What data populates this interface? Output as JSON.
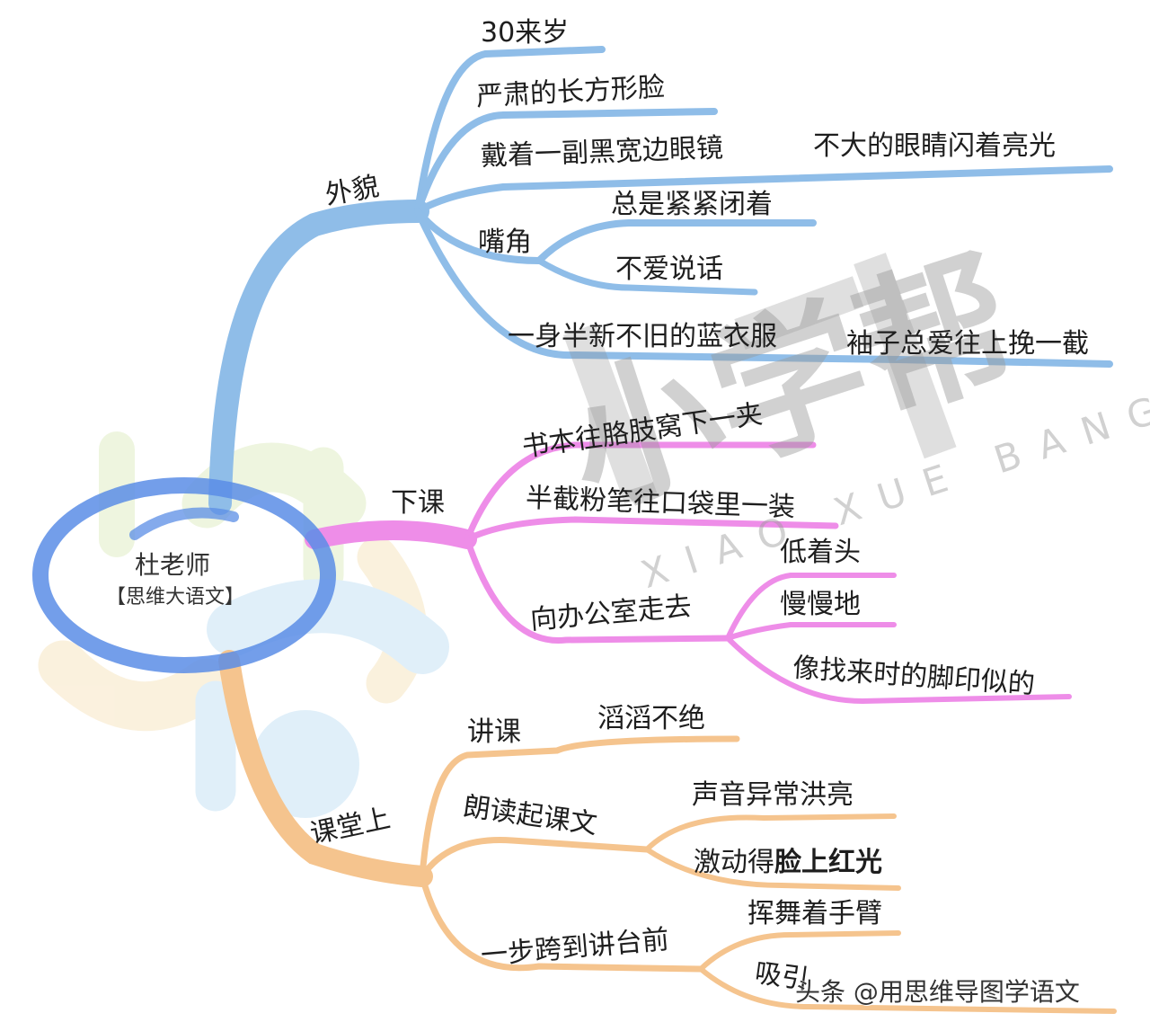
{
  "center": {
    "title": "杜老师",
    "subtitle": "【思维大语文】",
    "ring_color": "#5b8de6"
  },
  "colors": {
    "appearance": "#8fbde8",
    "after_class": "#ee8de8",
    "in_class": "#f5c48e",
    "text": "#1e1e1e"
  },
  "branches": {
    "appearance": {
      "label": "外貌",
      "children": [
        {
          "label": "30来岁"
        },
        {
          "label": "严肃的长方形脸"
        },
        {
          "label": "戴着一副黑宽边眼镜",
          "children": [
            {
              "label": "不大的眼睛闪着亮光"
            }
          ]
        },
        {
          "label": "嘴角",
          "children": [
            {
              "label": "总是紧紧闭着"
            },
            {
              "label": "不爱说话"
            }
          ]
        },
        {
          "label": "一身半新不旧的蓝衣服",
          "children": [
            {
              "label": "袖子总爱往上挽一截"
            }
          ]
        }
      ]
    },
    "after_class": {
      "label": "下课",
      "children": [
        {
          "label": "书本往胳肢窝下一夹"
        },
        {
          "label": "半截粉笔往口袋里一装"
        },
        {
          "label": "向办公室走去",
          "children": [
            {
              "label": "低着头"
            },
            {
              "label": "慢慢地"
            },
            {
              "label": "像找来时的脚印似的"
            }
          ]
        }
      ]
    },
    "in_class": {
      "label": "课堂上",
      "children": [
        {
          "label": "讲课",
          "children": [
            {
              "label": "滔滔不绝"
            }
          ]
        },
        {
          "label": "朗读起课文",
          "children": [
            {
              "label": "声音异常洪亮"
            },
            {
              "label": "激动得",
              "bold": "脸上红光"
            }
          ]
        },
        {
          "label": "一步跨到讲台前",
          "children": [
            {
              "label": "挥舞着手臂"
            },
            {
              "label": "吸引"
            }
          ]
        }
      ]
    }
  },
  "watermarks": {
    "logo_text": "小学帮",
    "logo_pinyin": "XIAO XUE BANG",
    "footer": "头条 @用思维导图学语文"
  }
}
